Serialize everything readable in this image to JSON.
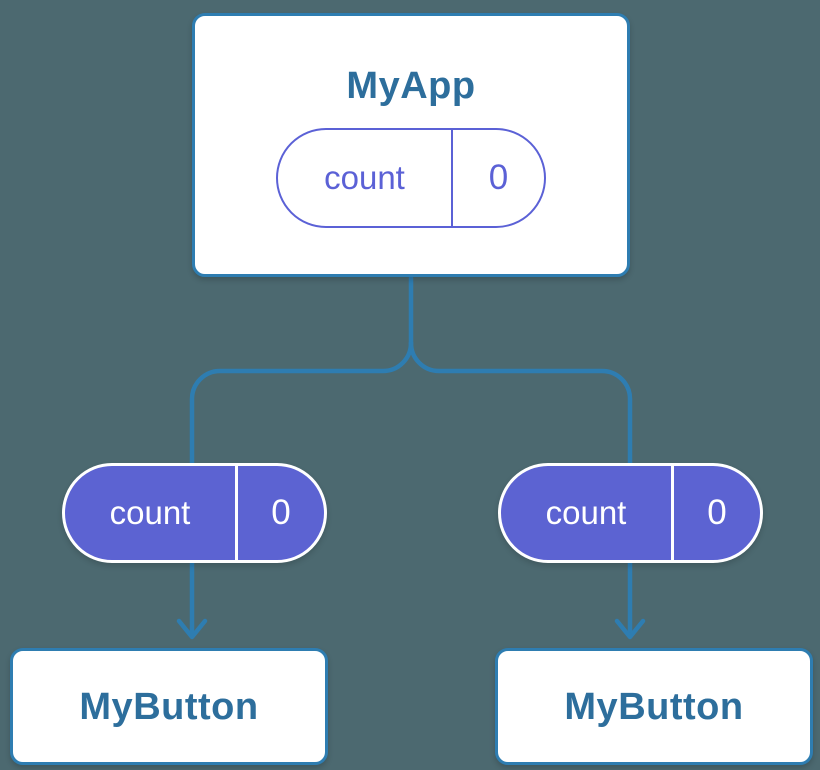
{
  "colors": {
    "background": "#4c6970",
    "connector_blue": "#2e7db1",
    "label_blue": "#2d6e9c",
    "pill_fill_purple": "#5c63d2",
    "pill_outline_purple": "#5b61d6",
    "node_background": "#ffffff",
    "pill_text_light": "#ffffff"
  },
  "diagram": {
    "root": {
      "title": "MyApp",
      "state": {
        "name": "count",
        "value": "0"
      }
    },
    "children": [
      {
        "title": "MyButton",
        "prop": {
          "name": "count",
          "value": "0"
        }
      },
      {
        "title": "MyButton",
        "prop": {
          "name": "count",
          "value": "0"
        }
      }
    ]
  }
}
